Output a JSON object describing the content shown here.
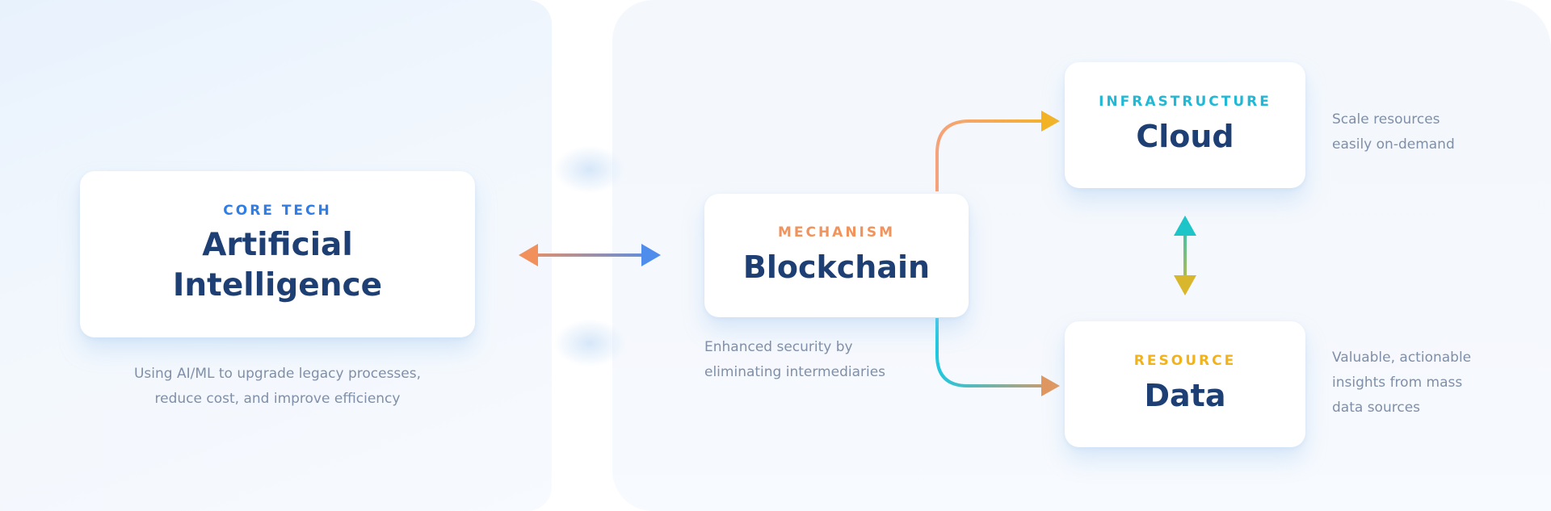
{
  "colors": {
    "core_tech": "#2f7de6",
    "mechanism": "#f0935c",
    "infrastructure": "#1fb8d6",
    "resource": "#f2b21b",
    "title": "#1d3f73",
    "description": "#7f8fa8"
  },
  "nodes": {
    "ai": {
      "eyebrow": "CORE TECH",
      "title_line1": "Artificial",
      "title_line2": "Intelligence",
      "desc_line1": "Using AI/ML to upgrade legacy processes,",
      "desc_line2": "reduce cost, and improve efficiency"
    },
    "blockchain": {
      "eyebrow": "MECHANISM",
      "title": "Blockchain",
      "desc_line1": "Enhanced security by",
      "desc_line2": "eliminating intermediaries"
    },
    "cloud": {
      "eyebrow": "INFRASTRUCTURE",
      "title": "Cloud",
      "desc_line1": "Scale resources",
      "desc_line2": "easily on-demand"
    },
    "data": {
      "eyebrow": "RESOURCE",
      "title": "Data",
      "desc_line1": "Valuable, actionable",
      "desc_line2": "insights from mass",
      "desc_line3": "data sources"
    }
  },
  "connections": [
    {
      "from": "ai",
      "to": "blockchain",
      "direction": "both"
    },
    {
      "from": "blockchain",
      "to": "cloud",
      "direction": "forward"
    },
    {
      "from": "blockchain",
      "to": "data",
      "direction": "forward"
    },
    {
      "from": "cloud",
      "to": "data",
      "direction": "both"
    }
  ]
}
